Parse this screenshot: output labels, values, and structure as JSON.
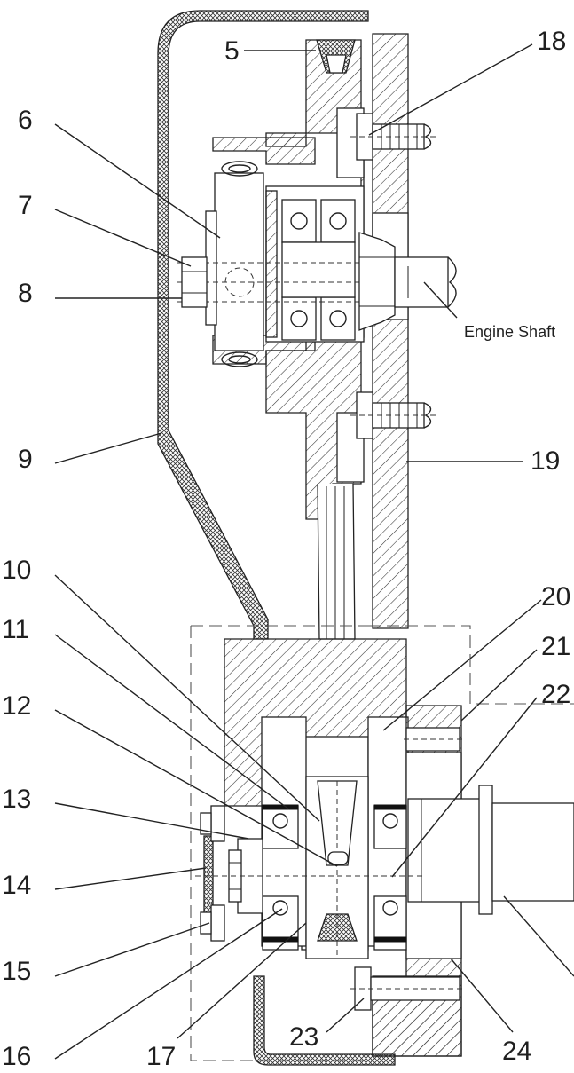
{
  "labels": {
    "l5": "5",
    "l6": "6",
    "l7": "7",
    "l8": "8",
    "l9": "9",
    "l10": "10",
    "l11": "11",
    "l12": "12",
    "l13": "13",
    "l14": "14",
    "l15": "15",
    "l16": "16",
    "l17": "17",
    "l18": "18",
    "l19": "19",
    "l20": "20",
    "l21": "21",
    "l22": "22",
    "l23": "23",
    "l24": "24"
  },
  "captions": {
    "engine_shaft": "Engine Shaft"
  }
}
